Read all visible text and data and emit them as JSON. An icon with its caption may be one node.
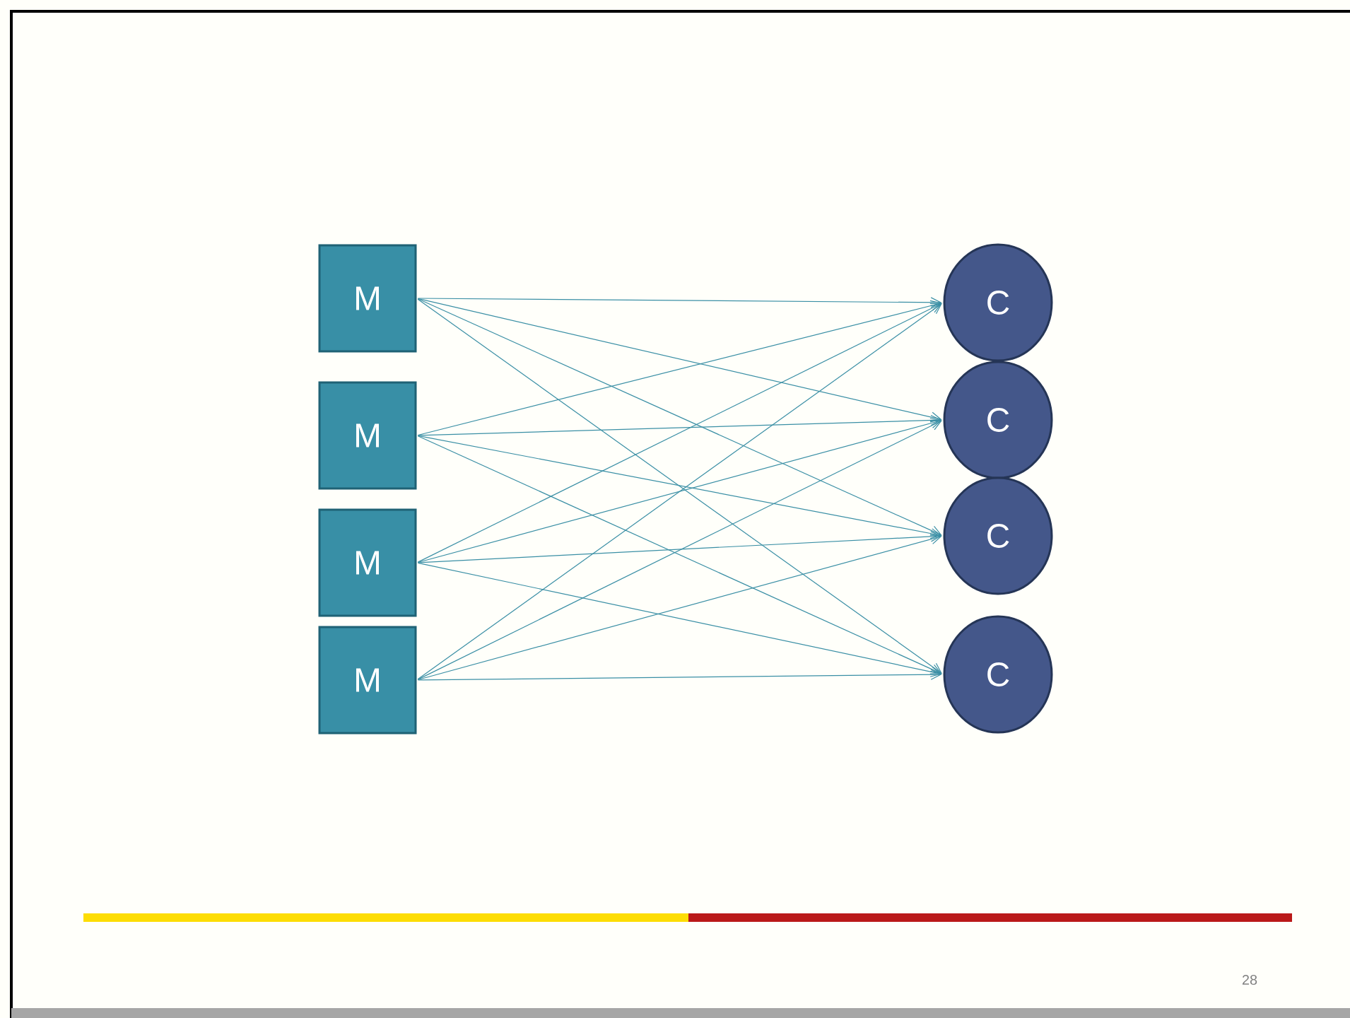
{
  "diagram": {
    "nodes": [
      {
        "text": [
          "M"
        ]
      },
      {
        "text": [
          "M"
        ]
      },
      {
        "text": [
          "M"
        ]
      },
      {
        "text": [
          "M"
        ]
      },
      {
        "text": [
          "C"
        ]
      },
      {
        "text": [
          "C"
        ]
      },
      {
        "text": [
          "C"
        ]
      },
      {
        "text": [
          "C"
        ]
      }
    ],
    "edges": [
      {
        "from": 0,
        "to": 4,
        "arrow": "to"
      },
      {
        "from": 0,
        "to": 5,
        "arrow": "to"
      },
      {
        "from": 0,
        "to": 6,
        "arrow": "to"
      },
      {
        "from": 0,
        "to": 7,
        "arrow": "to"
      },
      {
        "from": 1,
        "to": 4,
        "arrow": "to"
      },
      {
        "from": 1,
        "to": 5,
        "arrow": "to"
      },
      {
        "from": 1,
        "to": 6,
        "arrow": "to"
      },
      {
        "from": 1,
        "to": 7,
        "arrow": "to"
      },
      {
        "from": 2,
        "to": 4,
        "arrow": "to"
      },
      {
        "from": 2,
        "to": 5,
        "arrow": "to"
      },
      {
        "from": 2,
        "to": 6,
        "arrow": "to"
      },
      {
        "from": 2,
        "to": 7,
        "arrow": "to"
      },
      {
        "from": 3,
        "to": 4,
        "arrow": "to"
      },
      {
        "from": 3,
        "to": 5,
        "arrow": "to"
      },
      {
        "from": 3,
        "to": 6,
        "arrow": "to"
      },
      {
        "from": 3,
        "to": 7,
        "arrow": "to"
      }
    ],
    "labels": [
      "28"
    ]
  }
}
